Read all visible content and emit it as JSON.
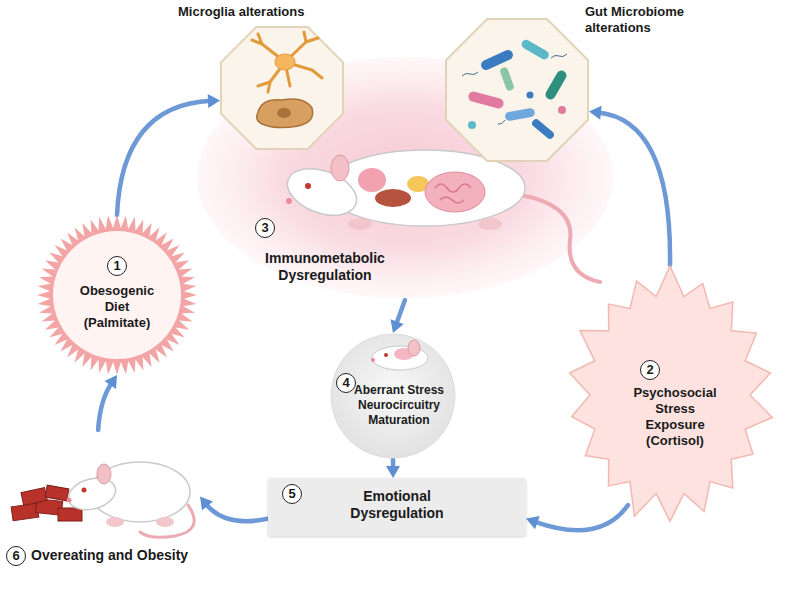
{
  "diagram": {
    "nodes": [
      {
        "text": [
          "Microglia alterations"
        ]
      },
      {
        "text": [
          "Gut Microbiome alterations"
        ]
      },
      {
        "text": [
          "3",
          "Immunometabolic Dysregulation"
        ]
      },
      {
        "text": [
          "1",
          "Obesogenic Diet (Palmitate)"
        ]
      },
      {
        "text": [
          "2",
          "Psychosocial Stress Exposure (Cortisol)"
        ]
      },
      {
        "text": [
          "4",
          "Aberrant Stress Neurocircuitry Maturation"
        ]
      },
      {
        "text": [
          "5",
          "Emotional Dysregulation"
        ]
      },
      {
        "text": [
          "6",
          "Overeating and Obesity"
        ]
      }
    ],
    "edges": [
      {
        "from": 3,
        "to": 0,
        "arrow": "to"
      },
      {
        "from": 4,
        "to": 1,
        "arrow": "to"
      },
      {
        "from": 2,
        "to": 5,
        "arrow": "to"
      },
      {
        "from": 5,
        "to": 6,
        "arrow": "to"
      },
      {
        "from": 4,
        "to": 6,
        "arrow": "to"
      },
      {
        "from": 6,
        "to": 7,
        "arrow": "to"
      },
      {
        "from": 7,
        "to": 3,
        "arrow": "to"
      }
    ]
  }
}
